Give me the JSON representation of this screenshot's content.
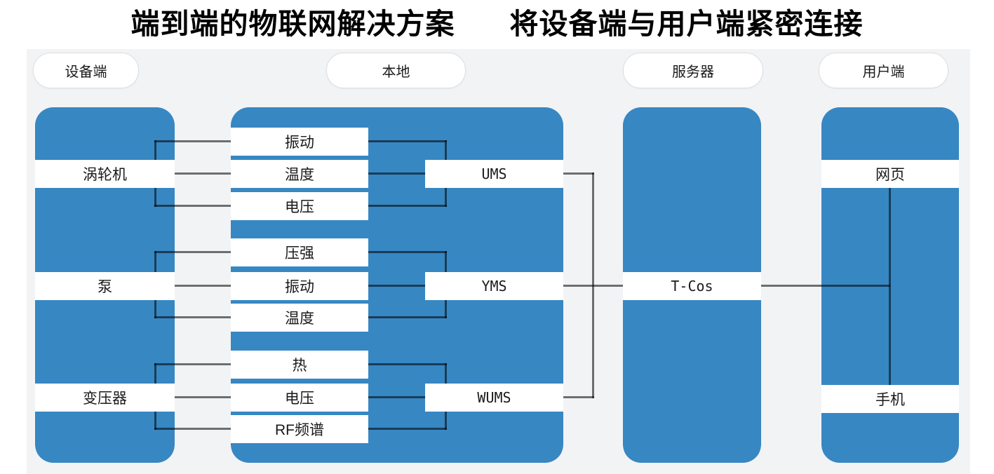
{
  "header": {
    "title_left": "端到端的物联网解决方案",
    "title_right": "将设备端与用户端紧密连接"
  },
  "lanes": {
    "device": "设备端",
    "local": "本地",
    "server": "服务器",
    "user": "用户端"
  },
  "device_panel": {
    "items": [
      {
        "label": "涡轮机"
      },
      {
        "label": "泵"
      },
      {
        "label": "变压器"
      }
    ]
  },
  "local_panel": {
    "sensors": [
      {
        "label": "振动"
      },
      {
        "label": "温度"
      },
      {
        "label": "电压"
      },
      {
        "label": "压强"
      },
      {
        "label": "振动"
      },
      {
        "label": "温度"
      },
      {
        "label": "热"
      },
      {
        "label": "电压"
      },
      {
        "label": "RF频谱"
      }
    ],
    "gateways": [
      {
        "label": "UMS"
      },
      {
        "label": "YMS"
      },
      {
        "label": "WUMS"
      }
    ]
  },
  "server_panel": {
    "platform": "T-Cos"
  },
  "user_panel": {
    "clients": [
      {
        "label": "网页"
      },
      {
        "label": "手机"
      }
    ]
  },
  "colors": {
    "panel_blue": "#3787c3",
    "canvas": "#f2f3f5",
    "connector": "rgba(0,0,0,0.55)"
  }
}
